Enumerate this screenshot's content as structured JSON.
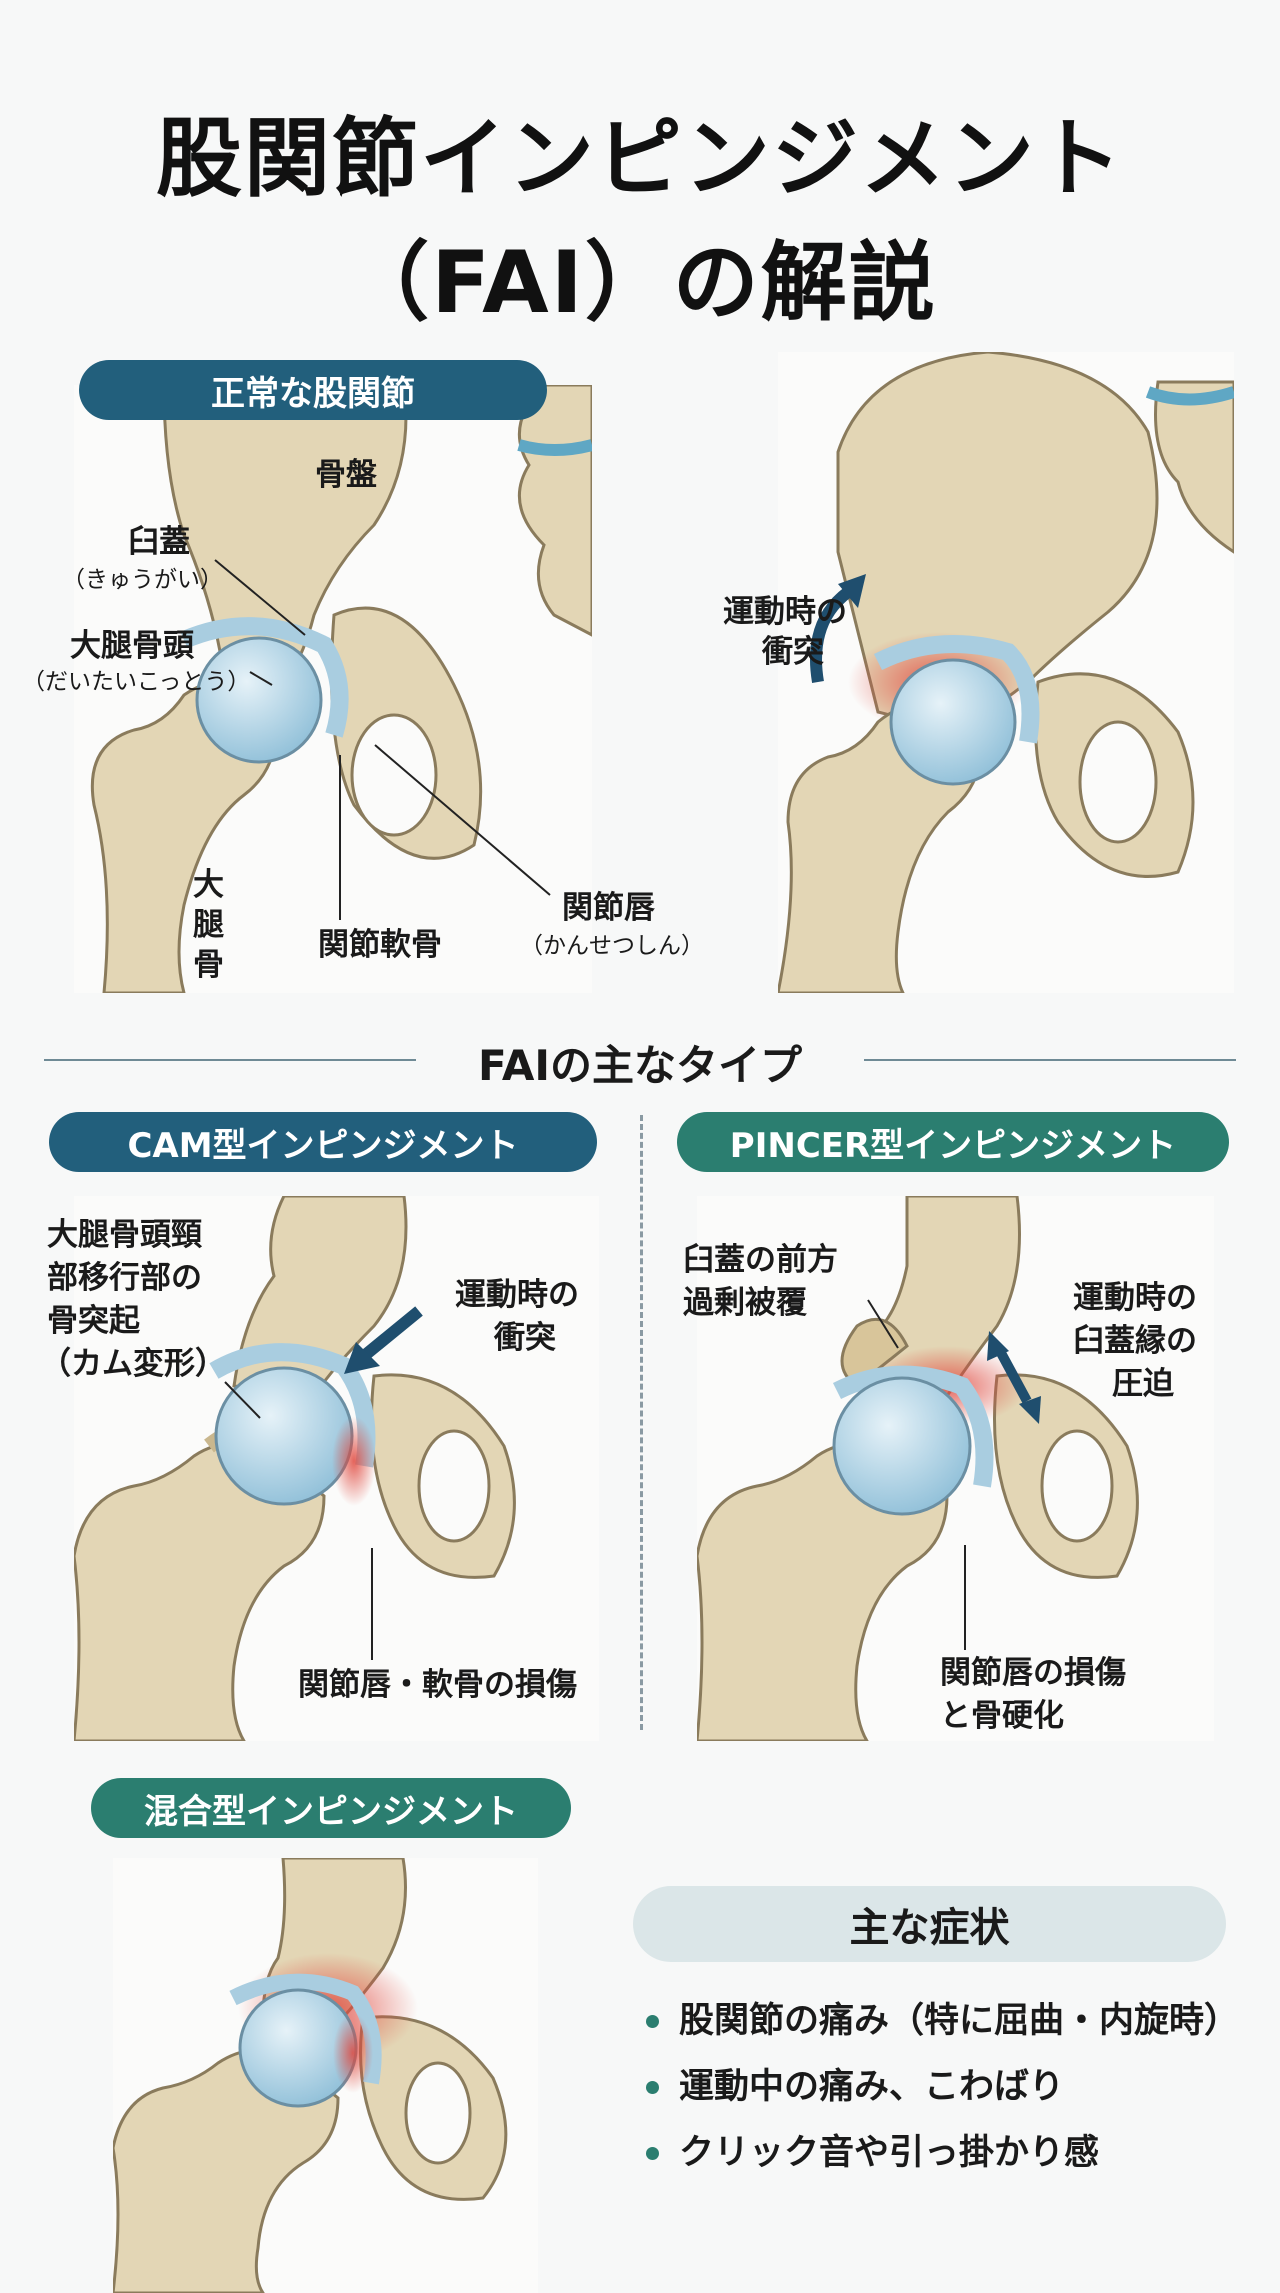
{
  "title": {
    "line1": "股関節インピンジメント",
    "line2": "（FAI）の解説"
  },
  "normal": {
    "heading": "正常な股関節",
    "pelvis": "骨盤",
    "acetabulum": "臼蓋",
    "acetabulum_reading": "（きゅうがい）",
    "femoral_head": "大腿骨頭",
    "femoral_head_reading": "（だいたいこっとう）",
    "femur_chars": [
      "大",
      "腿",
      "骨"
    ],
    "cartilage": "関節軟骨",
    "labrum": "関節唇",
    "labrum_reading": "（かんせつしん）"
  },
  "impact": {
    "line1": "運動時の",
    "line2": "衝突"
  },
  "types": {
    "section_title": "FAIの主なタイプ",
    "cam": {
      "heading": "CAM型インピンジメント",
      "bump_lines": [
        "大腿骨頭頸",
        "部移行部の",
        "骨突起",
        "（カム変形）"
      ],
      "impact_lines": [
        "運動時の",
        "衝突"
      ],
      "damage": "関節唇・軟骨の損傷"
    },
    "pincer": {
      "heading": "PINCER型インピンジメント",
      "overcover_lines": [
        "臼蓋の前方",
        "過剰被覆"
      ],
      "rim_lines": [
        "運動時の",
        "臼蓋縁の",
        "圧迫"
      ],
      "damage_lines": [
        "関節唇の損傷",
        "と骨硬化"
      ]
    },
    "mixed": {
      "heading": "混合型インピンジメント"
    }
  },
  "symptoms": {
    "heading": "主な症状",
    "items": [
      "股関節の痛み（特に屈曲・内旋時）",
      "運動中の痛み、こわばり",
      "クリック音や引っ掛かり感"
    ]
  },
  "colors": {
    "bone": "#e3d6b5",
    "bone_outline": "#8a7b5c",
    "cartilage": "#a9cde0",
    "inflammation": "#e0493f",
    "blue_heading": "#225f7c",
    "green_heading": "#2b7e70",
    "arrow": "#1f4e6e"
  }
}
